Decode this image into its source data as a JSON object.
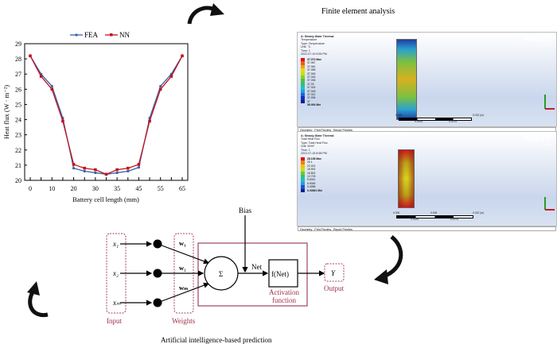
{
  "chart_data": {
    "type": "line",
    "xlabel": "Battery cell length (mm)",
    "ylabel": "Heat flux (W · m⁻²)",
    "x_tick_labels": [
      "0",
      "10",
      "20",
      "30",
      "35",
      "45",
      "55",
      "65"
    ],
    "ylim": [
      20,
      29
    ],
    "y_ticks": [
      "20",
      "21",
      "22",
      "23",
      "24",
      "25",
      "26",
      "27",
      "28",
      "29"
    ],
    "series": [
      {
        "name": "FEA",
        "color": "#3a62a8",
        "values": [
          28.2,
          27.0,
          26.2,
          24.1,
          20.8,
          20.6,
          20.5,
          20.4,
          20.5,
          20.6,
          20.85,
          24.1,
          26.2,
          27.0,
          28.2
        ]
      },
      {
        "name": "NN",
        "color": "#c0141c",
        "values": [
          28.2,
          26.85,
          26.0,
          23.9,
          21.05,
          20.8,
          20.7,
          20.4,
          20.7,
          20.8,
          21.05,
          23.9,
          26.0,
          26.85,
          28.2
        ]
      }
    ],
    "legend": "top"
  },
  "fea": {
    "title": "Finite element analysis",
    "tabs": [
      "Geometry",
      "Print Preview",
      "Report Preview"
    ],
    "logo": "ANSYS",
    "version": "R19.2",
    "temperature": {
      "header": [
        "A: Steady-State Thermal",
        "Temperature",
        "Type: Temperature",
        "Unit: °C",
        "Time: 1",
        "2022-07-19 5:55 PM"
      ],
      "legend": [
        "37.073 Max",
        "37.067",
        "37.061",
        "37.055",
        "37.049",
        "37.043",
        "37.036",
        "37.03",
        "37.024",
        "37.018",
        "37.012",
        "37.006",
        "37",
        "36.994 Min"
      ],
      "scale": [
        "0.000",
        "0.010 (m)",
        "0.0025",
        "0.0075"
      ]
    },
    "heatflux": {
      "header": [
        "A: Steady-State Thermal",
        "Total Heat Flux",
        "Type: Total Heat Flux",
        "Unit: W/m²",
        "Time: 1",
        "2022-07-18 8:58 PM"
      ],
      "legend": [
        "28.198 Max",
        "25.1",
        "22.001",
        "18.902",
        "15.802",
        "12.703",
        "9.6041",
        "6.5049",
        "3.4058",
        "0.30661 Min"
      ],
      "scale": [
        "0.000",
        "0.005",
        "0.010 (m)",
        "0.0025",
        "0.0075"
      ]
    }
  },
  "nn": {
    "bias": "Bias",
    "inputs": [
      "x₁",
      "x₂",
      "xₘ"
    ],
    "weights": [
      "w₁",
      "w₂",
      "wₘ"
    ],
    "sum": "Σ",
    "net": "Net",
    "activation": "f(Net)",
    "output": "Y",
    "labels": {
      "input": "Input",
      "weights": "Weights",
      "activation": "Activation",
      "activation2": "function",
      "output": "Output"
    },
    "caption": "Artificial intelligence-based prediction"
  }
}
